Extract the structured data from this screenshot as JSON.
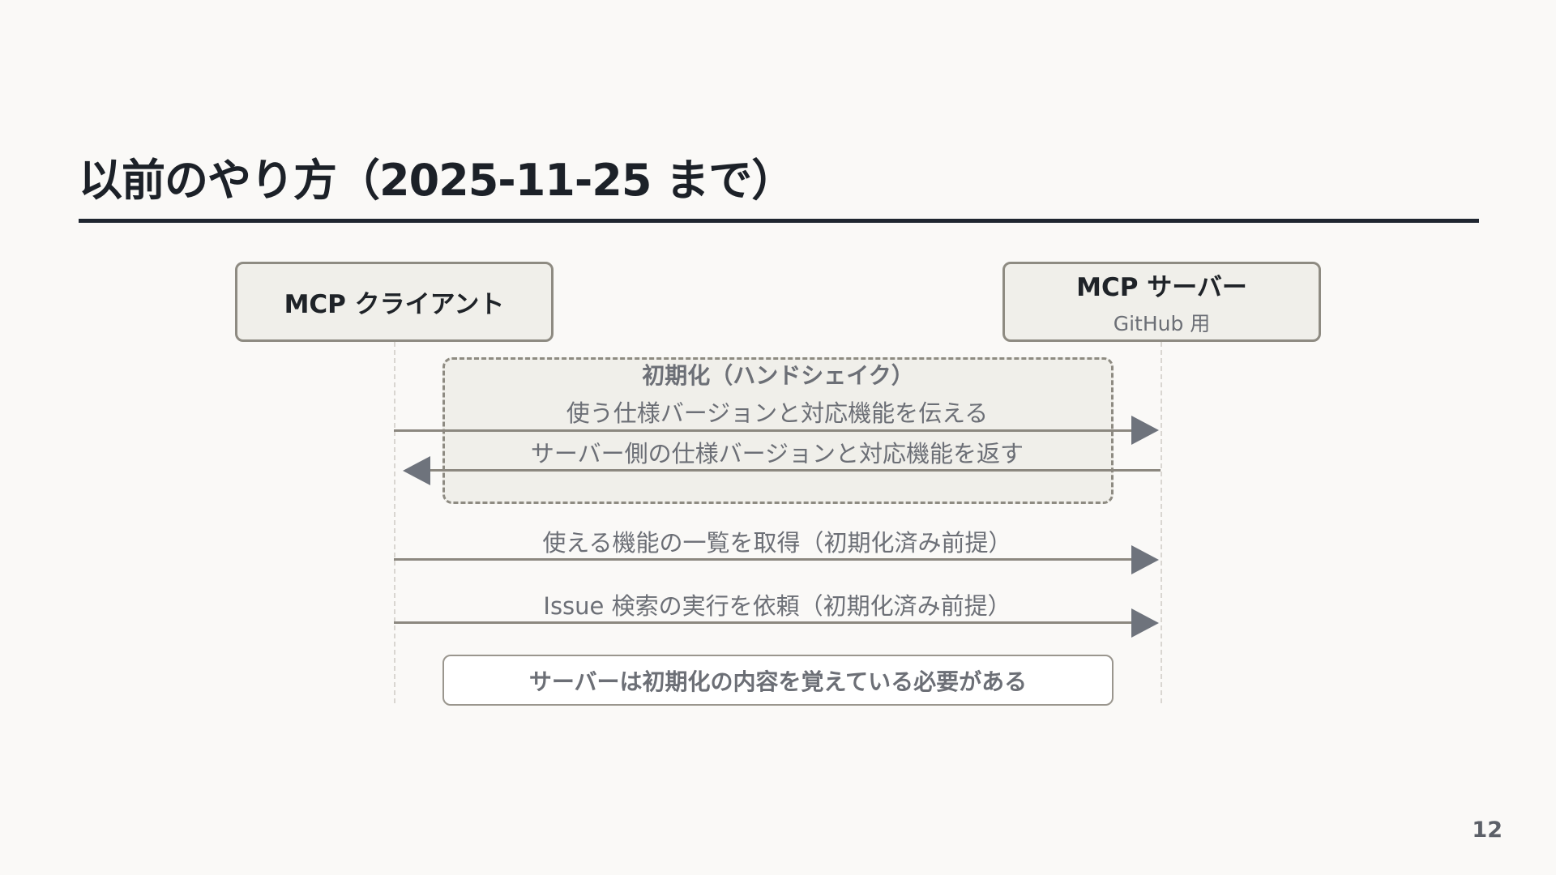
{
  "slide": {
    "title": "以前のやり方（2025-11-25 まで）",
    "page_number": "12"
  },
  "diagram": {
    "client": {
      "name": "MCP クライアント"
    },
    "server": {
      "name": "MCP サーバー",
      "subtitle": "GitHub 用"
    },
    "init_group": {
      "title": "初期化（ハンドシェイク）",
      "messages": [
        {
          "label": "使う仕様バージョンと対応機能を伝える",
          "direction": "client-to-server"
        },
        {
          "label": "サーバー側の仕様バージョンと対応機能を返す",
          "direction": "server-to-client"
        }
      ]
    },
    "messages": [
      {
        "label": "使える機能の一覧を取得（初期化済み前提）",
        "direction": "client-to-server"
      },
      {
        "label": "Issue 検索の実行を依頼（初期化済み前提）",
        "direction": "client-to-server"
      }
    ],
    "note": "サーバーは初期化の内容を覚えている必要がある"
  },
  "colors": {
    "background": "#faf9f7",
    "title": "#1c2128",
    "actor_fill": "#f0efea",
    "actor_border": "#8e8b82",
    "message_text": "#6c6f76",
    "arrow_head": "#6e737c"
  }
}
